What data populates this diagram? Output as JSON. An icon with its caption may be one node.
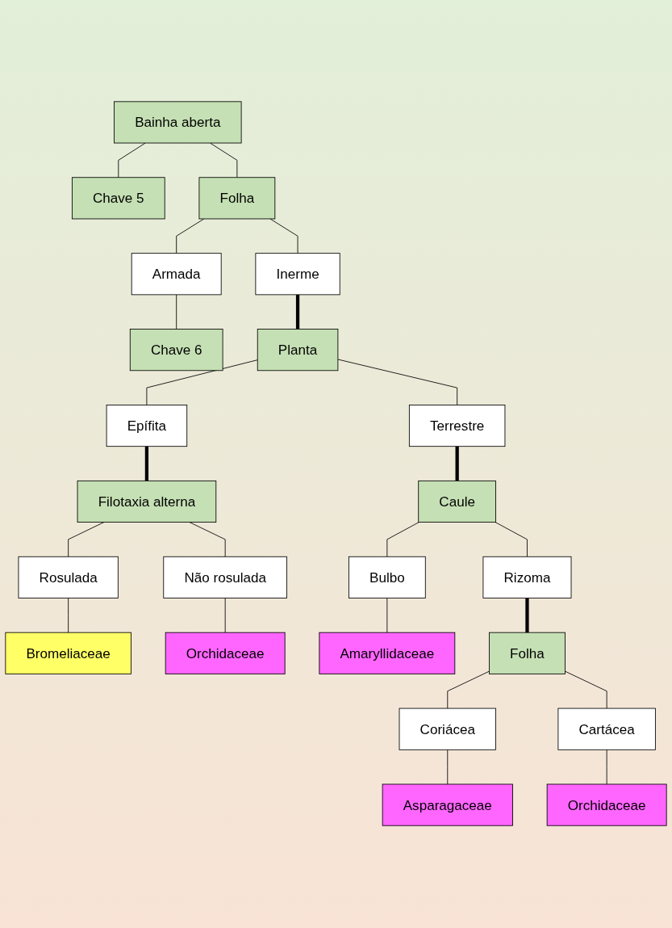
{
  "diagram": {
    "nodes": [
      {
        "text": [
          "Chave 5"
        ]
      },
      {
        "text": [
          "Bainha aberta"
        ]
      },
      {
        "text": [
          "Inerme"
        ]
      },
      {
        "text": [
          "Folha"
        ]
      },
      {
        "text": [
          "Armada"
        ]
      },
      {
        "text": [
          "Chave 6"
        ]
      },
      {
        "text": [
          "Epífita"
        ]
      },
      {
        "text": [
          "Planta"
        ]
      },
      {
        "text": [
          "Terrestre"
        ]
      },
      {
        "text": [
          "Rosulada"
        ]
      },
      {
        "text": [
          "Filotaxia alterna"
        ]
      },
      {
        "text": [
          "Não rosulada"
        ]
      },
      {
        "text": [
          "Bromeliaceae"
        ]
      },
      {
        "text": [
          "Orchidaceae"
        ]
      },
      {
        "text": [
          "Bulbo"
        ]
      },
      {
        "text": [
          "Caule"
        ]
      },
      {
        "text": [
          "Rizoma"
        ]
      },
      {
        "text": [
          "Amaryllidaceae"
        ]
      },
      {
        "text": [
          "Coriácea"
        ]
      },
      {
        "text": [
          "Folha"
        ]
      },
      {
        "text": [
          "Cartácea"
        ]
      },
      {
        "text": [
          "Asparagaceae"
        ]
      },
      {
        "text": [
          "Orchidaceae"
        ]
      }
    ],
    "edges": [
      {
        "from": 1,
        "to": 0,
        "arrow": "none"
      },
      {
        "from": 1,
        "to": 3,
        "arrow": "none"
      },
      {
        "from": 3,
        "to": 2,
        "arrow": "none"
      },
      {
        "from": 3,
        "to": 4,
        "arrow": "none"
      },
      {
        "from": 4,
        "to": 5,
        "arrow": "none"
      },
      {
        "from": 2,
        "to": 7,
        "arrow": "none",
        "style": "thick"
      },
      {
        "from": 7,
        "to": 6,
        "arrow": "none"
      },
      {
        "from": 7,
        "to": 8,
        "arrow": "none"
      },
      {
        "from": 6,
        "to": 10,
        "arrow": "none",
        "style": "thick"
      },
      {
        "from": 10,
        "to": 9,
        "arrow": "none"
      },
      {
        "from": 10,
        "to": 11,
        "arrow": "none"
      },
      {
        "from": 9,
        "to": 12,
        "arrow": "none"
      },
      {
        "from": 11,
        "to": 13,
        "arrow": "none"
      },
      {
        "from": 8,
        "to": 15,
        "arrow": "none",
        "style": "thick"
      },
      {
        "from": 15,
        "to": 14,
        "arrow": "none"
      },
      {
        "from": 15,
        "to": 16,
        "arrow": "none"
      },
      {
        "from": 14,
        "to": 17,
        "arrow": "none"
      },
      {
        "from": 16,
        "to": 19,
        "arrow": "none",
        "style": "thick"
      },
      {
        "from": 19,
        "to": 18,
        "arrow": "none"
      },
      {
        "from": 19,
        "to": 20,
        "arrow": "none"
      },
      {
        "from": 18,
        "to": 21,
        "arrow": "none"
      },
      {
        "from": 20,
        "to": 22,
        "arrow": "none"
      }
    ]
  }
}
